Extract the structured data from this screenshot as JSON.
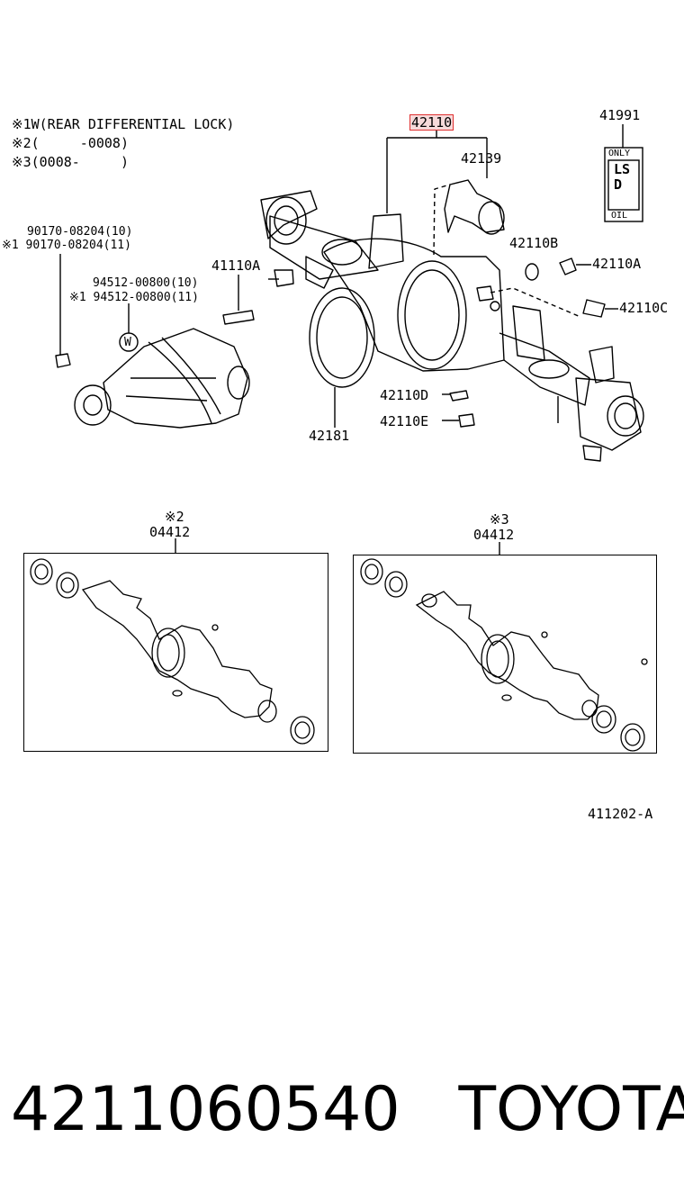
{
  "notes": [
    {
      "mark": "※1",
      "text": "W(REAR DIFFERENTIAL LOCK)"
    },
    {
      "mark": "※2",
      "text": "(     -0008)"
    },
    {
      "mark": "※3",
      "text": "(0008-     )"
    }
  ],
  "callouts": {
    "main_part": "42110",
    "p42139": "42139",
    "p41991": "41991",
    "p42110B": "42110B",
    "p42110A_right": "42110A",
    "p42110C": "42110C",
    "p41110A": "41110A",
    "p42110D": "42110D",
    "p42110E": "42110E",
    "p42181": "42181",
    "bolt_line1": "90170-08204(10)",
    "bolt_line2": "※1 90170-08204(11)",
    "washer_line1": "94512-00800(10)",
    "washer_line2": "※1 94512-00800(11)",
    "w_mark": "W"
  },
  "label_plate": {
    "top": "ONLY",
    "middle": "LSD",
    "bottom": "OIL"
  },
  "kits": [
    {
      "note": "※2",
      "part": "04412"
    },
    {
      "note": "※3",
      "part": "04412"
    }
  ],
  "diagram_code": "411202-A",
  "footer": {
    "part_number": "4211060540",
    "brand": "TOYOTA"
  },
  "colors": {
    "highlight_border": "#e03030",
    "highlight_fill": "#f6dada"
  }
}
